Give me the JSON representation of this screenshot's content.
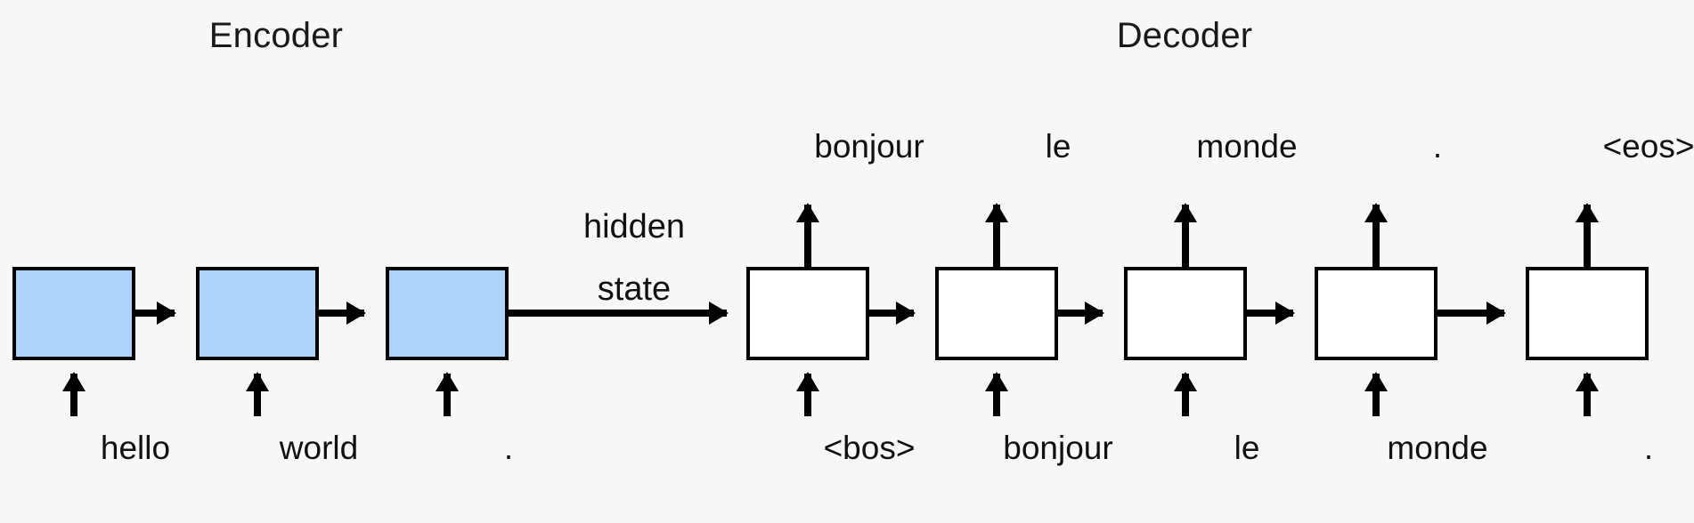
{
  "diagram": {
    "title": "Sequence-to-sequence encoder-decoder RNN",
    "background_color": "#f7f7f7",
    "encoder_cell_color": "#aed4fb",
    "decoder_cell_color": "#ffffff",
    "stroke_color": "#000000"
  },
  "sections": {
    "encoder": {
      "title": "Encoder"
    },
    "decoder": {
      "title": "Decoder"
    }
  },
  "connector": {
    "line1": "hidden",
    "line2": "state"
  },
  "encoder": {
    "inputs": [
      {
        "token": "hello"
      },
      {
        "token": "world"
      },
      {
        "token": "."
      }
    ]
  },
  "decoder": {
    "steps": [
      {
        "input": "<bos>",
        "output": "bonjour"
      },
      {
        "input": "bonjour",
        "output": "le"
      },
      {
        "input": "le",
        "output": "monde"
      },
      {
        "input": "monde",
        "output": "."
      },
      {
        "input": ".",
        "output": "<eos>"
      }
    ]
  }
}
